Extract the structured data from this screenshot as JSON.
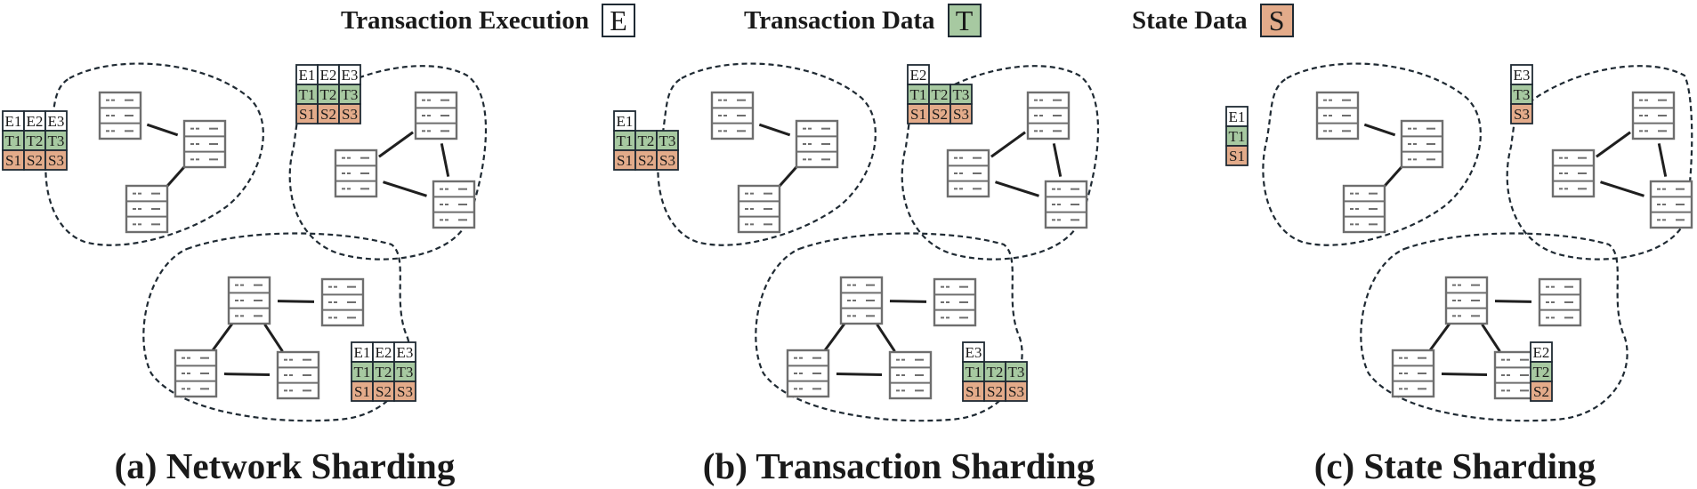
{
  "legend": [
    {
      "label": "Transaction Execution",
      "symbol": "E",
      "color": "#ffffff"
    },
    {
      "label": "Transaction Data",
      "symbol": "T",
      "color": "#a7c9a1"
    },
    {
      "label": "State Data",
      "symbol": "S",
      "color": "#e3ab8a"
    }
  ],
  "colors": {
    "tx": "#a7c9a1",
    "state": "#e3ab8a",
    "exec": "#ffffff",
    "shard_outline": "#1f2a33",
    "server": "#6e6e6e"
  },
  "icons": {
    "server": "server-rack-icon"
  },
  "panels": [
    {
      "caption": "(a) Network Sharding",
      "shards": [
        {
          "exec": [
            "E1",
            "E2",
            "E3"
          ],
          "tx": [
            "T1",
            "T2",
            "T3"
          ],
          "state": [
            "S1",
            "S2",
            "S3"
          ]
        },
        {
          "exec": [
            "E1",
            "E2",
            "E3"
          ],
          "tx": [
            "T1",
            "T2",
            "T3"
          ],
          "state": [
            "S1",
            "S2",
            "S3"
          ]
        },
        {
          "exec": [
            "E1",
            "E2",
            "E3"
          ],
          "tx": [
            "T1",
            "T2",
            "T3"
          ],
          "state": [
            "S1",
            "S2",
            "S3"
          ]
        }
      ]
    },
    {
      "caption": "(b) Transaction Sharding",
      "shards": [
        {
          "exec": [
            "E1"
          ],
          "tx": [
            "T1",
            "T2",
            "T3"
          ],
          "state": [
            "S1",
            "S2",
            "S3"
          ]
        },
        {
          "exec": [
            "E2"
          ],
          "tx": [
            "T1",
            "T2",
            "T3"
          ],
          "state": [
            "S1",
            "S2",
            "S3"
          ]
        },
        {
          "exec": [
            "E3"
          ],
          "tx": [
            "T1",
            "T2",
            "T3"
          ],
          "state": [
            "S1",
            "S2",
            "S3"
          ]
        }
      ]
    },
    {
      "caption": "(c) State Sharding",
      "shards": [
        {
          "exec": [
            "E1"
          ],
          "tx": [
            "T1"
          ],
          "state": [
            "S1"
          ]
        },
        {
          "exec": [
            "E3"
          ],
          "tx": [
            "T3"
          ],
          "state": [
            "S3"
          ]
        },
        {
          "exec": [
            "E2"
          ],
          "tx": [
            "T2"
          ],
          "state": [
            "S2"
          ]
        }
      ]
    }
  ]
}
